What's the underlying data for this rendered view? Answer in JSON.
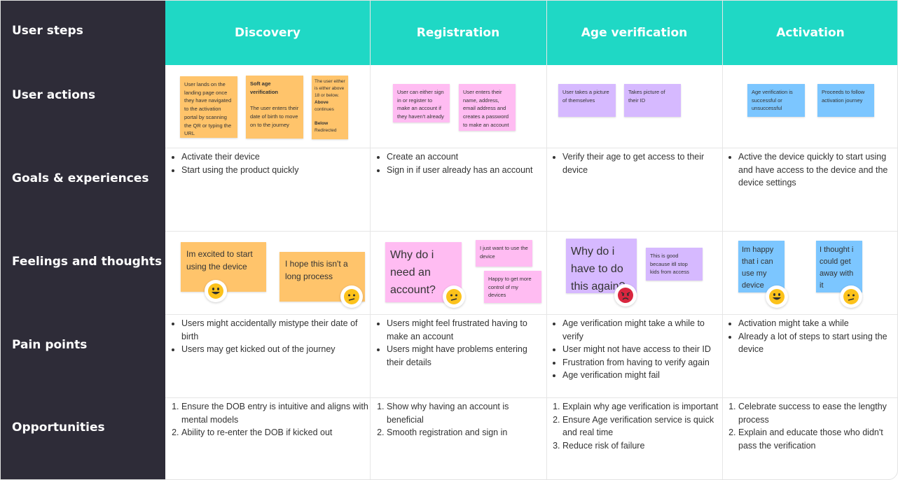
{
  "row_labels": [
    "User steps",
    "User actions",
    "Goals & experiences",
    "Feelings and thoughts",
    "Pain points",
    "Opportunities"
  ],
  "columns": [
    "Discovery",
    "Registration",
    "Age verification",
    "Activation"
  ],
  "actions": {
    "discovery": [
      "User lands on the landing page once they have navigated to the activation portal by scanning the QR or typing the URL",
      {
        "title": "Soft age verification",
        "body": "The user enters their date of birth to move on to the journey"
      },
      {
        "intro": "The user either is either above 18 or below.",
        "above_label": "Above",
        "above_text": "continues",
        "below_label": "Below",
        "below_text": "Redirected"
      }
    ],
    "registration": [
      "User can either sign in or register to make an account if they haven't already",
      "User enters their name, address, email address and creates a password to make an account"
    ],
    "age": [
      "User takes a picture of themselves",
      "Takes picture of their ID"
    ],
    "activation": [
      "Age verification is successful or unsuccessful",
      "Proceeds to follow activation journey"
    ]
  },
  "goals": {
    "discovery": [
      "Activate their device",
      "Start using the product quickly"
    ],
    "registration": [
      "Create an account",
      "Sign in if user already has an account"
    ],
    "age": [
      "Verify their age to get access to their device"
    ],
    "activation": [
      "Active the device quickly to start using and have access to the device and the device settings"
    ]
  },
  "feelings": {
    "discovery": [
      {
        "text": "Im excited to start using the device",
        "emoji": "happy"
      },
      {
        "text": "I hope this isn't a long process",
        "emoji": "confused"
      }
    ],
    "registration": [
      {
        "text": "Why do i need an account?",
        "emoji": "confused"
      },
      {
        "text": "I just want to use the device"
      },
      {
        "text": "Happy to get more control of my devices"
      }
    ],
    "age": [
      {
        "text": "Why do i have to do this again?",
        "emoji": "angry"
      },
      {
        "text": "This is good because itll stop kids from access"
      }
    ],
    "activation": [
      {
        "text": "Im happy that i can use my device",
        "emoji": "happy"
      },
      {
        "text": "I thought i could get away with it",
        "emoji": "confused"
      }
    ]
  },
  "pain": {
    "discovery": [
      "Users might accidentally mistype their date of birth",
      "Users may get kicked out of the journey"
    ],
    "registration": [
      "Users might feel frustrated having to make an account",
      "Users might have problems entering their details"
    ],
    "age": [
      "Age verification might take a while to verify",
      "User might not have access to their ID",
      "Frustration from having to verify again",
      "Age verification might fail"
    ],
    "activation": [
      "Activation might take a while",
      "Already a lot of steps to start using the device"
    ]
  },
  "opportunities": {
    "discovery": [
      "Ensure the DOB entry is intuitive and aligns with mental models",
      "Ability to re-enter the DOB if kicked out"
    ],
    "registration": [
      "Show why having an account is beneficial",
      "Smooth registration and sign in"
    ],
    "age": [
      "Explain why age verification is important",
      "Ensure Age verification service is quick and real time",
      "Reduce risk of failure"
    ],
    "activation": [
      "Celebrate success to ease the lengthy process",
      "Explain and educate those who didn't pass the verification"
    ]
  },
  "colors": {
    "sidebar": "#2e2c38",
    "header": "#1fd8c5",
    "orange": "#ffc46b",
    "pink": "#ffbcf2",
    "purple": "#d6b9ff",
    "blue": "#7cc6ff"
  }
}
